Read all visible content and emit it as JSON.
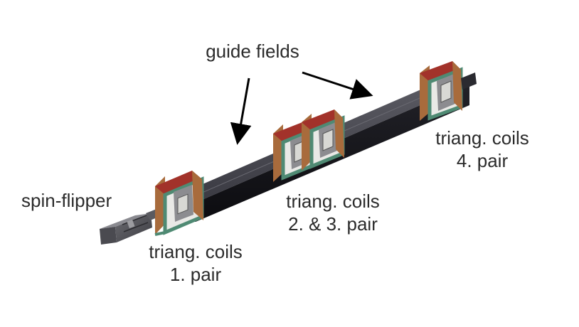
{
  "labels": {
    "guide_fields": "guide fields",
    "spin_flipper": "spin-flipper",
    "coils_1_line1": "triang. coils",
    "coils_1_line2": "1. pair",
    "coils_23_line1": "triang. coils",
    "coils_23_line2": "2. & 3. pair",
    "coils_4_line1": "triang. coils",
    "coils_4_line2": "4. pair"
  },
  "colors": {
    "beam_top": "#4a4a52",
    "beam_side": "#15151a",
    "frame_red": "#a2322a",
    "frame_green": "#4f8a73",
    "coil_copper": "#a86b3c",
    "text": "#2b2b2b"
  }
}
